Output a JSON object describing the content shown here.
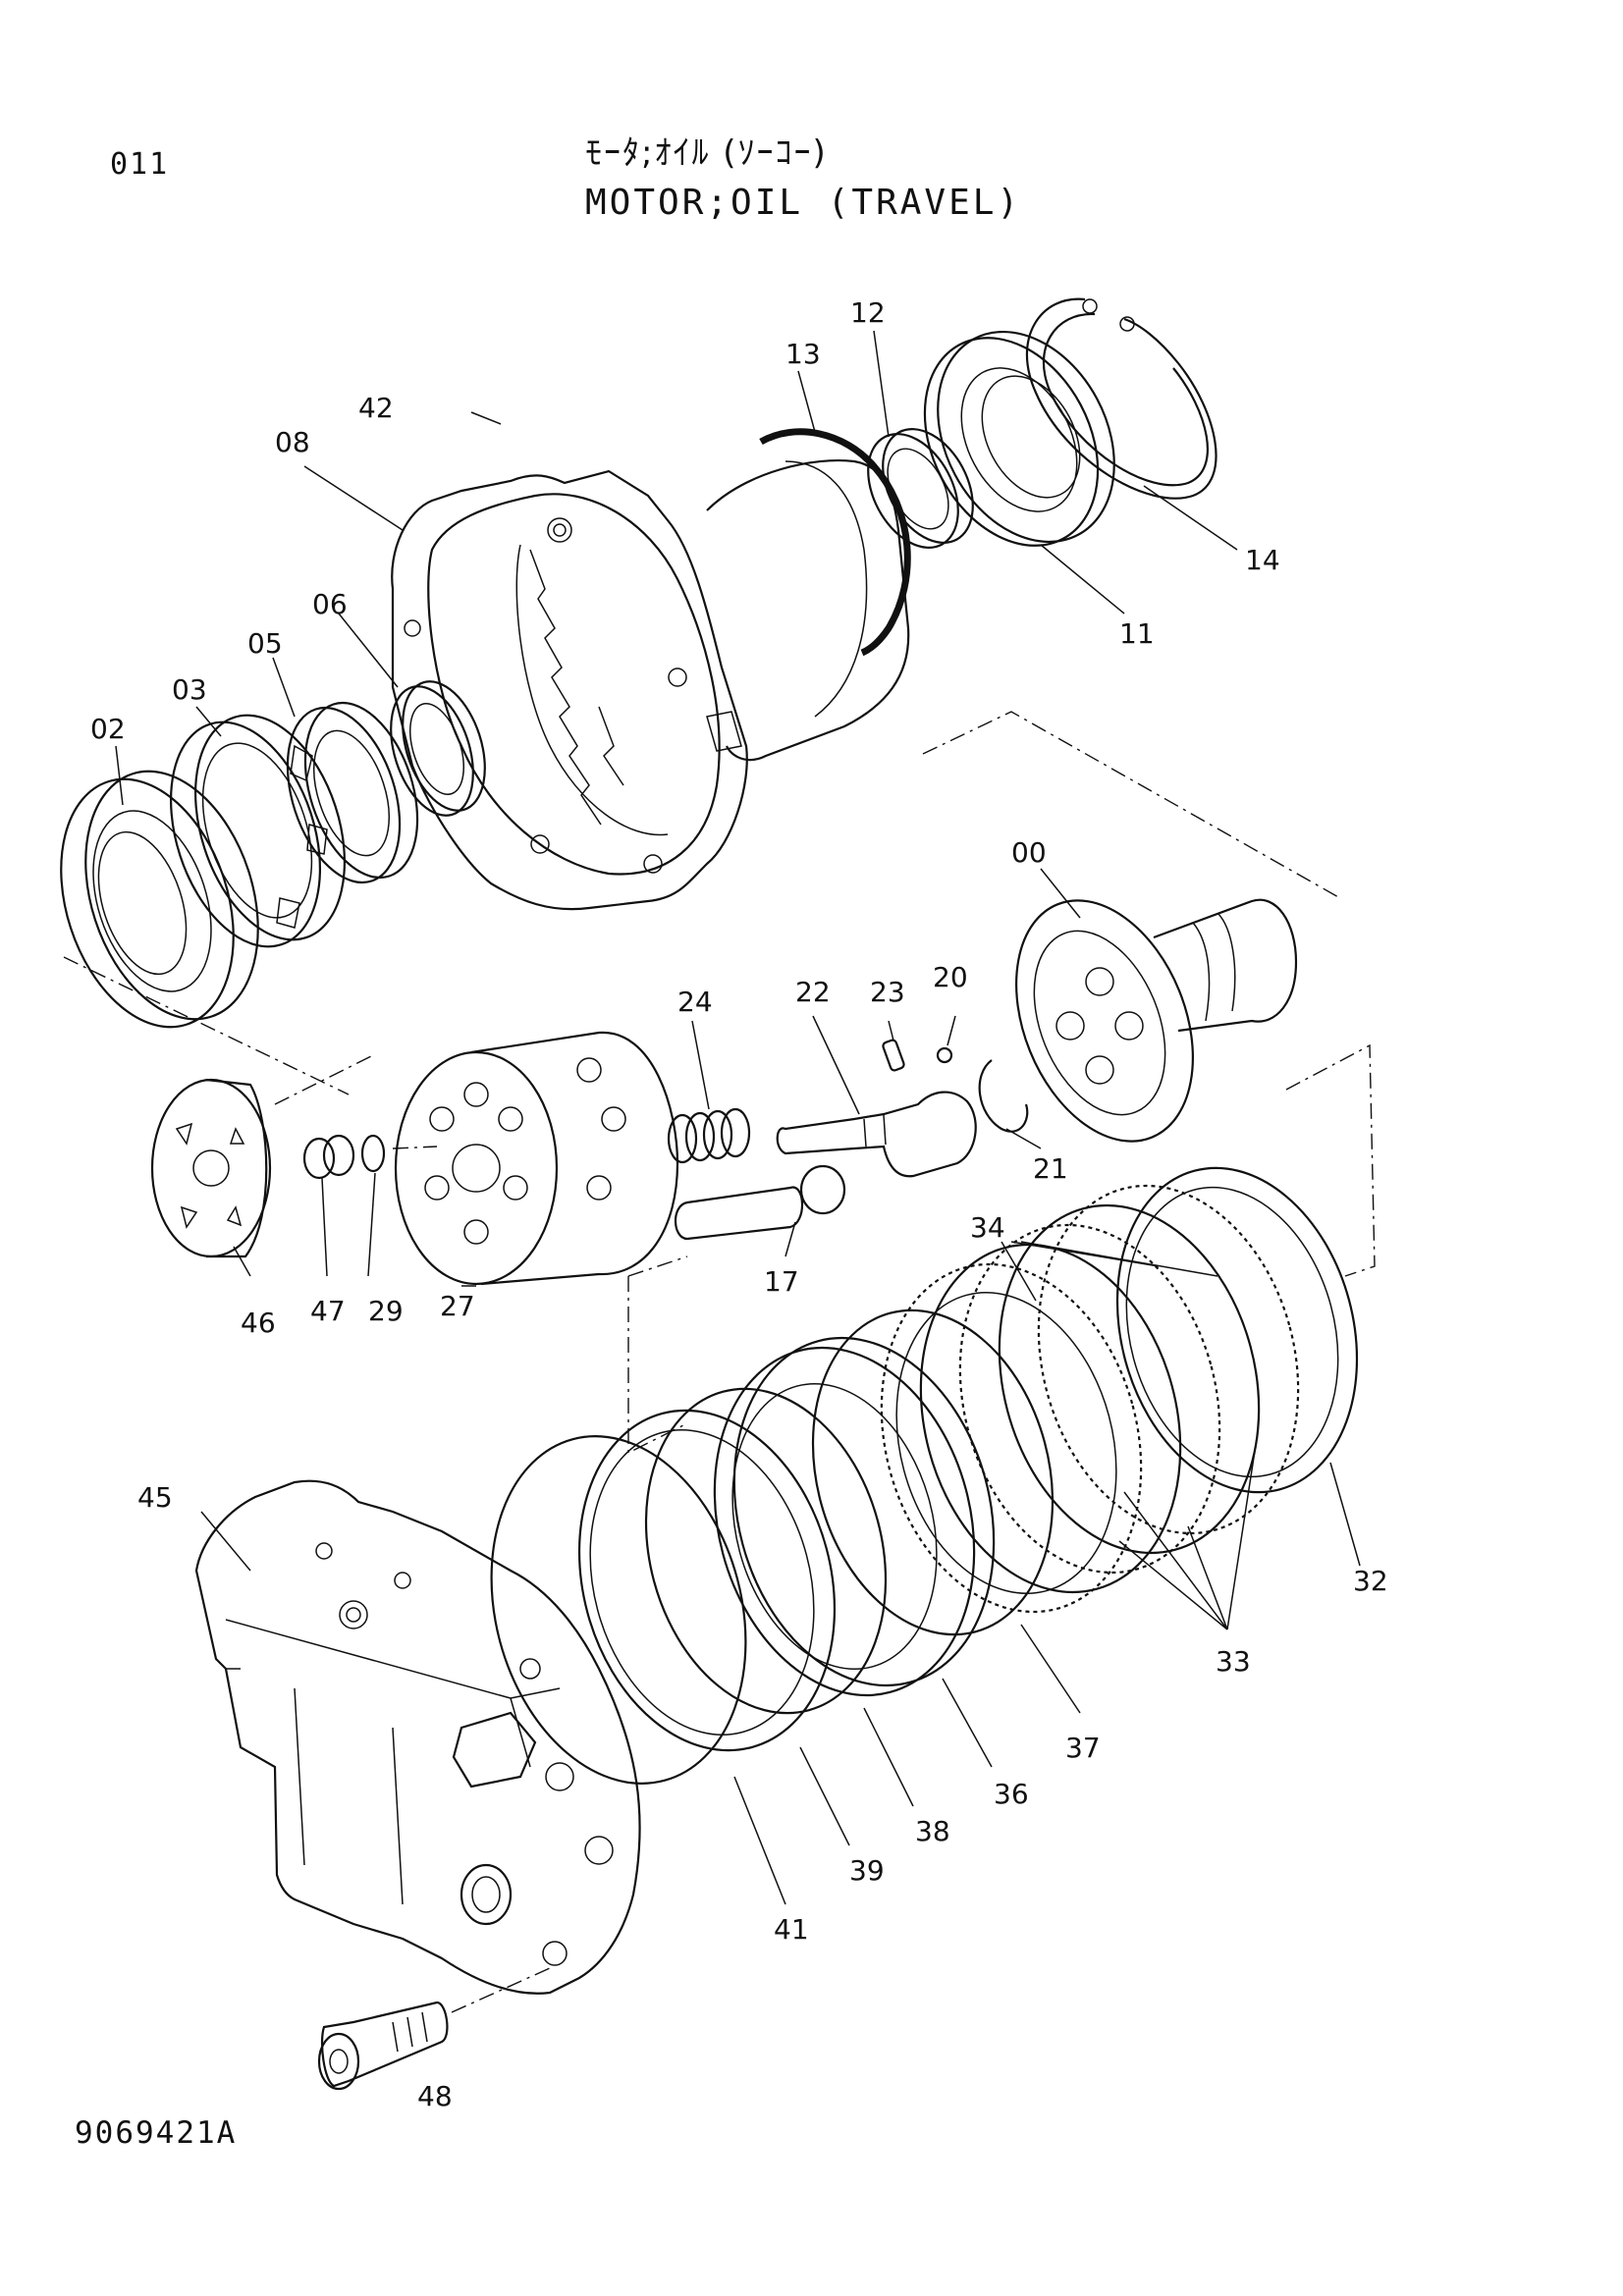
{
  "header": {
    "page_number": "011",
    "title_jp": "ﾓｰﾀ;ｵｲﾙ (ｿｰｺｰ)",
    "title_en": "MOTOR;OIL (TRAVEL)"
  },
  "footer": {
    "drawing_number": "9069421A"
  },
  "callouts": [
    "00",
    "02",
    "03",
    "05",
    "06",
    "08",
    "11",
    "12",
    "13",
    "14",
    "17",
    "20",
    "21",
    "22",
    "23",
    "24",
    "27",
    "29",
    "32",
    "33",
    "34",
    "36",
    "37",
    "38",
    "39",
    "41",
    "42",
    "45",
    "46",
    "47",
    "48"
  ]
}
